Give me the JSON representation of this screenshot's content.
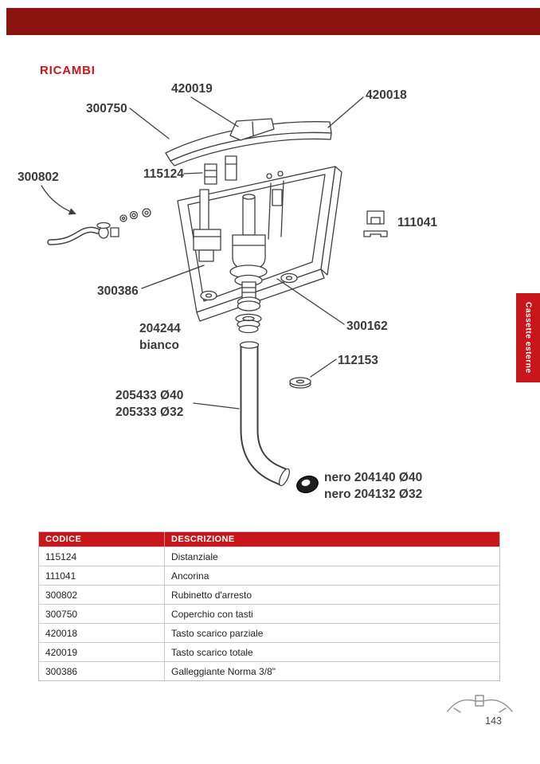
{
  "colors": {
    "accent": "#c8161d",
    "topbar": "#8c1410",
    "line": "#3f3f3f",
    "text": "#3a3a3a"
  },
  "page": {
    "number": "143",
    "title": "RICAMBI"
  },
  "side_tab": {
    "label": "Cassette esterne"
  },
  "diagram": {
    "labels": [
      {
        "name": "420019",
        "text": "420019"
      },
      {
        "name": "420018",
        "text": "420018"
      },
      {
        "name": "300750",
        "text": "300750"
      },
      {
        "name": "300802",
        "text": "300802"
      },
      {
        "name": "115124",
        "text": "115124"
      },
      {
        "name": "111041",
        "text": "111041"
      },
      {
        "name": "300386",
        "text": "300386"
      },
      {
        "name": "300162",
        "text": "300162"
      },
      {
        "name": "204244",
        "text": "204244\nbianco"
      },
      {
        "name": "112153",
        "text": "112153"
      },
      {
        "name": "205433",
        "text": "205433 Ø40\n205333 Ø32"
      },
      {
        "name": "204140",
        "text": "nero 204140 Ø40\nnero 204132 Ø32"
      }
    ]
  },
  "table": {
    "headers": [
      "CODICE",
      "DESCRIZIONE"
    ],
    "rows": [
      {
        "code": "115124",
        "description": "Distanziale"
      },
      {
        "code": "111041",
        "description": "Ancorina"
      },
      {
        "code": "300802",
        "description": "Rubinetto d'arresto"
      },
      {
        "code": "300750",
        "description": "Coperchio con tasti"
      },
      {
        "code": "420018",
        "description": "Tasto scarico parziale"
      },
      {
        "code": "420019",
        "description": "Tasto scarico totale"
      },
      {
        "code": "300386",
        "description": "Galleggiante Norma 3/8\""
      }
    ]
  }
}
